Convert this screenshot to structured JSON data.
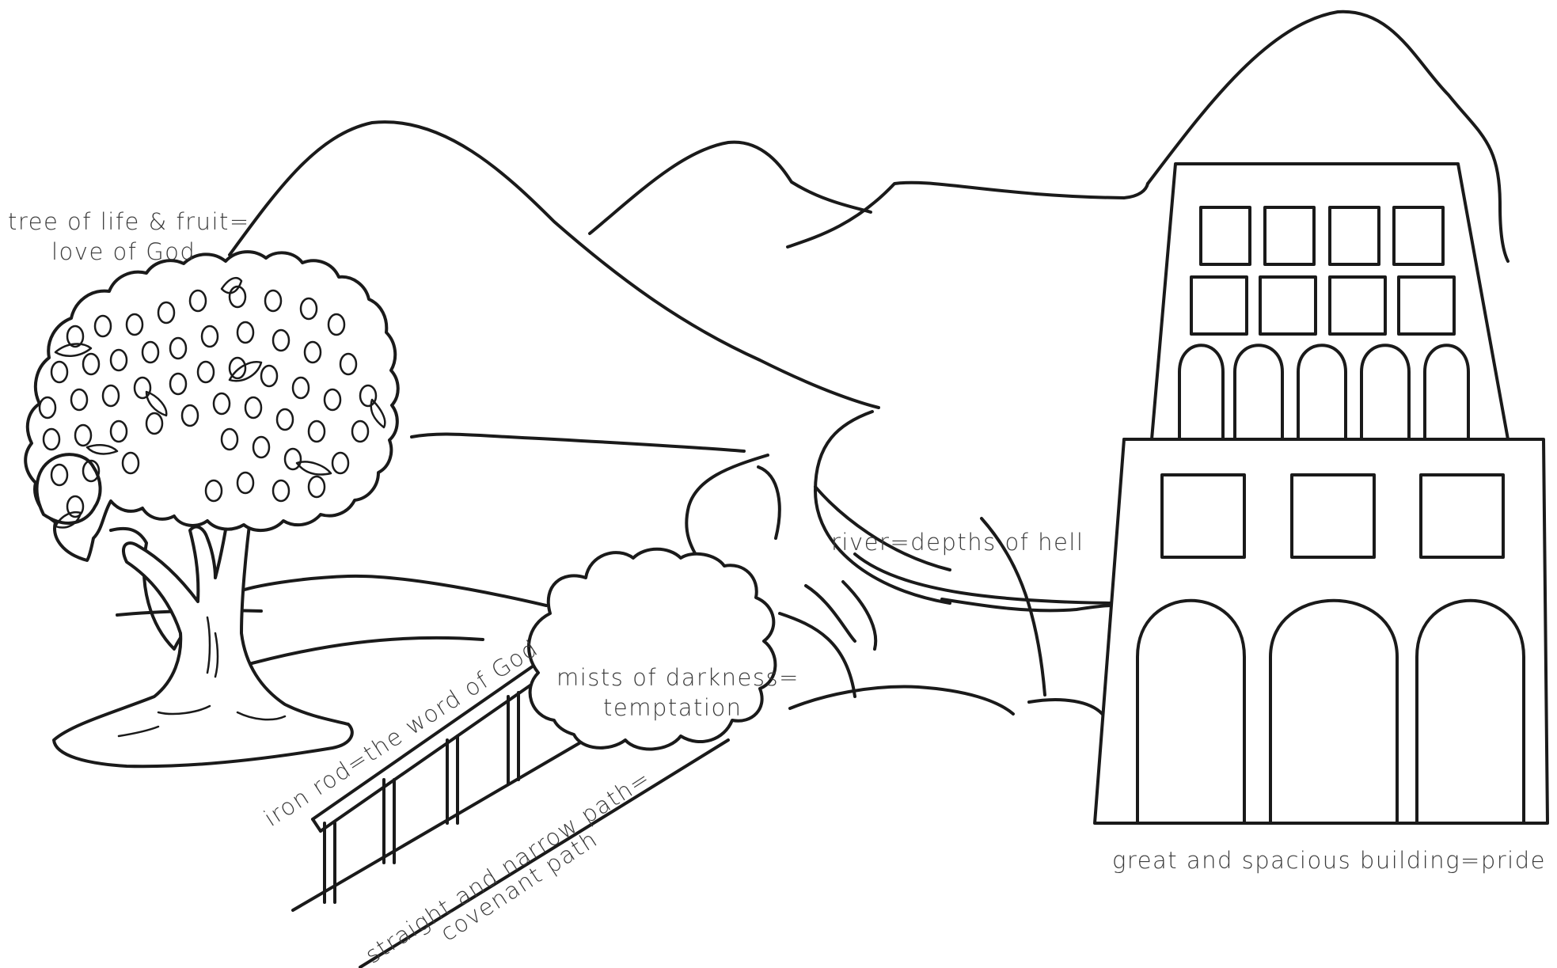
{
  "labels": {
    "tree_line1": "tree of life & fruit=",
    "tree_line2": "love of God",
    "river": "river=depths of hell",
    "mists_line1": "mists of darkness=",
    "mists_line2": "temptation",
    "rod": "iron rod=the word of God",
    "path_line1": "straight and narrow path=",
    "path_line2": "covenant path",
    "building": "great and spacious building=pride"
  },
  "colors": {
    "ink": "#1a1a1a",
    "text": "#3a3a3a",
    "background": "#ffffff"
  }
}
